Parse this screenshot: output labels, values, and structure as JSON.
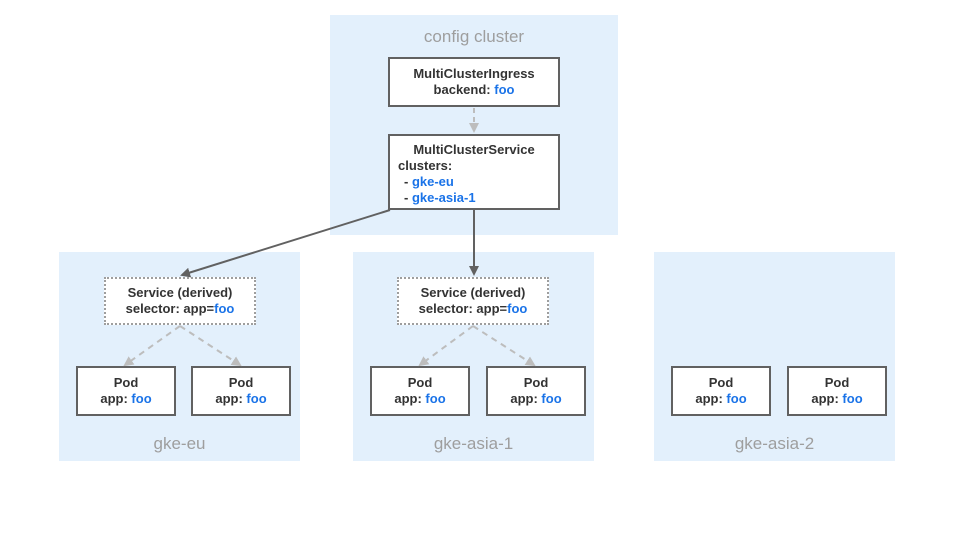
{
  "config_cluster": {
    "label": "config cluster",
    "ingress": {
      "title": "MultiClusterIngress",
      "backend_key": "backend: ",
      "backend_value": "foo"
    },
    "service": {
      "title": "MultiClusterService",
      "clusters_key": "clusters:",
      "cluster_items": [
        "- ",
        "gke-eu",
        "- ",
        "gke-asia-1"
      ]
    }
  },
  "clusters": [
    {
      "label": "gke-eu",
      "service": {
        "title": "Service (derived)",
        "selector_key": "selector: app=",
        "selector_value": "foo"
      },
      "pods": [
        {
          "title": "Pod",
          "key": "app: ",
          "value": "foo"
        },
        {
          "title": "Pod",
          "key": "app: ",
          "value": "foo"
        }
      ]
    },
    {
      "label": "gke-asia-1",
      "service": {
        "title": "Service (derived)",
        "selector_key": "selector: app=",
        "selector_value": "foo"
      },
      "pods": [
        {
          "title": "Pod",
          "key": "app: ",
          "value": "foo"
        },
        {
          "title": "Pod",
          "key": "app: ",
          "value": "foo"
        }
      ]
    },
    {
      "label": "gke-asia-2",
      "pods": [
        {
          "title": "Pod",
          "key": "app: ",
          "value": "foo"
        },
        {
          "title": "Pod",
          "key": "app: ",
          "value": "foo"
        }
      ]
    }
  ],
  "colors": {
    "region": "#e3f0fc",
    "highlight": "#1a73e8",
    "label": "#9e9e9e",
    "border": "#616161"
  }
}
